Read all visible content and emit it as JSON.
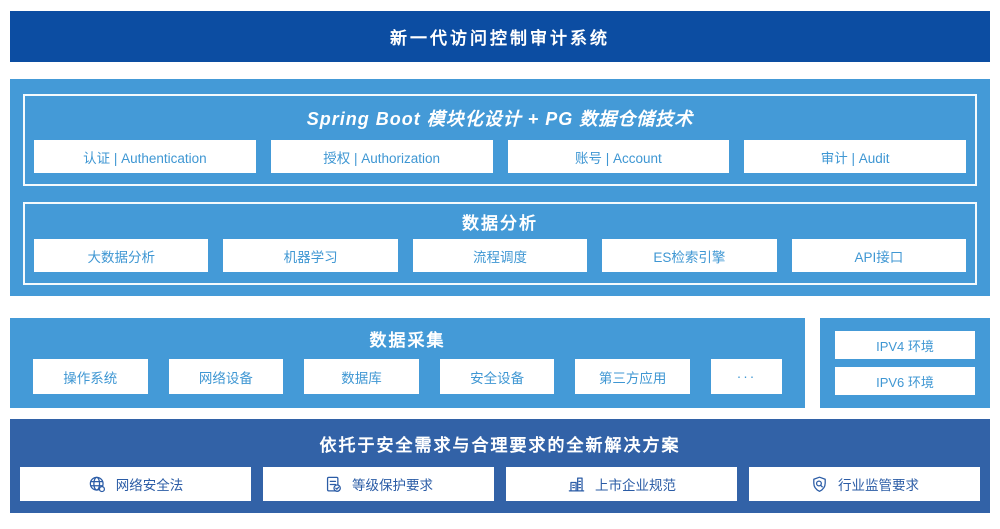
{
  "banner": {
    "title": "新一代访问控制审计系统"
  },
  "platform": {
    "module_section": {
      "title": "Spring Boot 模块化设计 + PG 数据仓储技术",
      "items": [
        "认证 | Authentication",
        "授权 | Authorization",
        "账号 | Account",
        "审计 | Audit"
      ]
    },
    "analysis_section": {
      "title": "数据分析",
      "items": [
        "大数据分析",
        "机器学习",
        "流程调度",
        "ES检索引擎",
        "API接口"
      ]
    }
  },
  "collection_section": {
    "title": "数据采集",
    "items": [
      "操作系统",
      "网络设备",
      "数据库",
      "安全设备",
      "第三方应用",
      "···"
    ]
  },
  "environment_panel": {
    "items": [
      "IPV4 环境",
      "IPV6 环境"
    ]
  },
  "solution_section": {
    "title": "依托于安全需求与合理要求的全新解决方案",
    "items": [
      {
        "icon": "globe-icon",
        "label": "网络安全法"
      },
      {
        "icon": "document-check-icon",
        "label": "等级保护要求"
      },
      {
        "icon": "buildings-icon",
        "label": "上市企业规范"
      },
      {
        "icon": "shield-search-icon",
        "label": "行业监管要求"
      }
    ]
  },
  "colors": {
    "banner_bg": "#0c4da2",
    "light_bg": "#449ad7",
    "solution_bg": "#3262a7",
    "light_text": "#3f97d3",
    "dark_text": "#2b5ca6"
  }
}
